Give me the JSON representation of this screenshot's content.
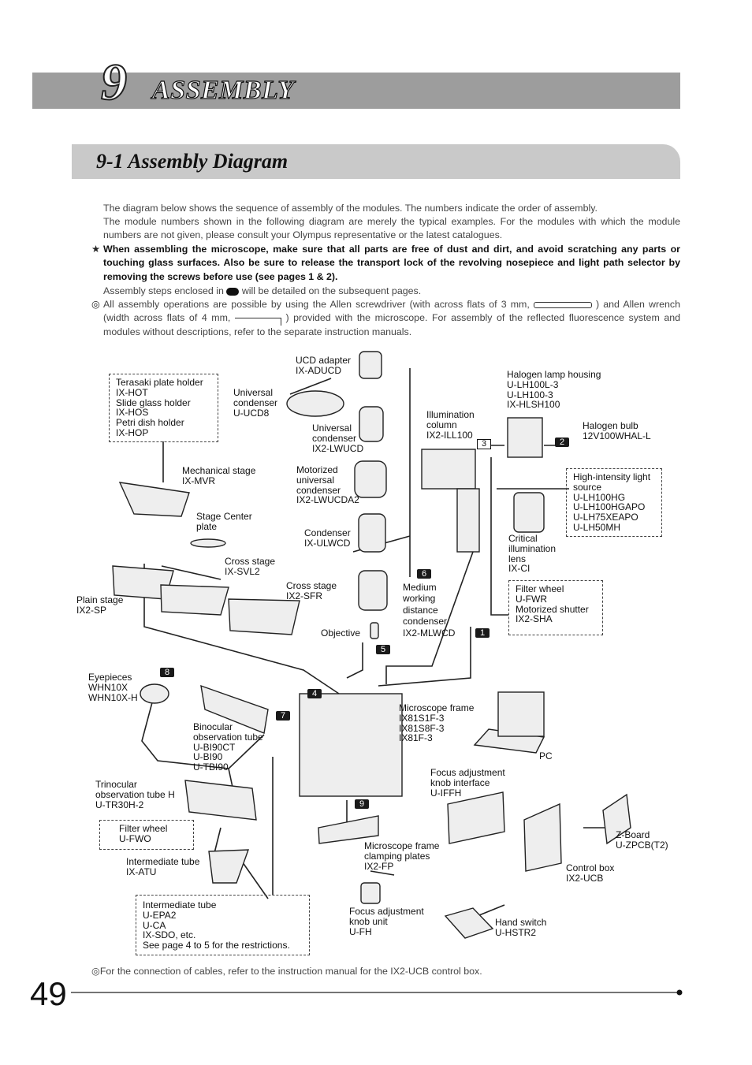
{
  "chapter": {
    "number": "9",
    "title": "ASSEMBLY"
  },
  "section": {
    "title": "9-1 Assembly Diagram"
  },
  "intro": {
    "line1": "The diagram below shows the sequence of assembly of the modules. The numbers indicate the order of assembly.",
    "line2": "The module numbers shown in the following diagram are merely the typical examples. For the modules with which the module numbers are not given, please consult your Olympus representative or the latest catalogues.",
    "star_mark": "★",
    "star_text": "When assembling the microscope, make sure that all parts are free of dust and dirt, and avoid scratching any parts or touching glass surfaces. Also be sure to release the transport lock of the revolving nosepiece and light path selector by removing the screws before use (see pages 1 & 2).",
    "steps_a": "Assembly steps enclosed in",
    "steps_b": "will be detailed on the subsequent pages.",
    "note_mark": "◎",
    "note_a": "All assembly operations are possible by using the Allen screwdriver (with across flats of 3 mm,",
    "note_b": ") and Allen wrench (width across flats of 4 mm,",
    "note_c": ") provided with the microscope. For assembly of the reflected fluorescence system and modules without descriptions, refer to the separate instruction manuals."
  },
  "labels": {
    "stage_holders": [
      "Terasaki plate holder",
      "IX-HOT",
      "Slide glass holder",
      "IX-HOS",
      "Petri dish holder",
      "IX-HOP"
    ],
    "ucd_adapter": [
      "UCD adapter",
      "IX-ADUCD"
    ],
    "univ_condenser": [
      "Universal",
      "condenser",
      "U-UCD8"
    ],
    "univ_condenser2": [
      "Universal",
      "condenser",
      "IX2-LWUCD"
    ],
    "halogen_housing": [
      "Halogen lamp housing",
      "U-LH100L-3",
      "U-LH100-3",
      "IX-HLSH100"
    ],
    "illum_column": [
      "Illumination",
      "column",
      "IX2-ILL100"
    ],
    "halogen_bulb": [
      "Halogen bulb",
      "12V100WHAL-L"
    ],
    "mech_stage": [
      "Mechanical stage",
      "IX-MVR"
    ],
    "motor_condenser": [
      "Motorized",
      "universal",
      "condenser",
      "IX2-LWUCDA2"
    ],
    "hi_light": [
      "High-intensity light",
      "source",
      "U-LH100HG",
      "U-LH100HGAPO",
      "U-LH75XEAPO",
      "U-LH50MH"
    ],
    "stage_center": [
      "Stage Center",
      "plate"
    ],
    "condenser": [
      "Condenser",
      "IX-ULWCD"
    ],
    "critical_lens": [
      "Critical",
      "illumination",
      "lens",
      "IX-CI"
    ],
    "cross_stage1": [
      "Cross stage",
      "IX-SVL2"
    ],
    "cross_stage2": [
      "Cross stage",
      "IX2-SFR"
    ],
    "plain_stage": [
      "Plain stage",
      "IX2-SP"
    ],
    "medium_condenser": [
      "Medium",
      "working",
      "distance",
      "condenser",
      "IX2-MLWCD"
    ],
    "filter_wheel": [
      "Filter wheel",
      "U-FWR",
      "Motorized shutter",
      "IX2-SHA"
    ],
    "objective": "Objective",
    "eyepieces": [
      "Eyepieces",
      "WHN10X",
      "WHN10X-H"
    ],
    "frame": [
      "Microscope frame",
      "IX81S1F-3",
      "IX81S8F-3",
      "IX81F-3"
    ],
    "binocular": [
      "Binocular",
      "observation tube",
      "U-BI90CT",
      "U-BI90",
      "U-TBI90"
    ],
    "pc": "PC",
    "trinocular": [
      "Trinocular",
      "observation tube H",
      "U-TR30H-2"
    ],
    "focus_iface": [
      "Focus adjustment",
      "knob interface",
      "U-IFFH"
    ],
    "filter_fwo": [
      "Filter wheel",
      "U-FWO"
    ],
    "zboard": [
      "Z-Board",
      "U-ZPCB(T2)"
    ],
    "intermediate1": [
      "Intermediate tube",
      "IX-ATU"
    ],
    "clamping": [
      "Microscope frame",
      "clamping plates",
      "IX2-FP"
    ],
    "control_box": [
      "Control box",
      "IX2-UCB"
    ],
    "intermediate2": [
      "Intermediate tube",
      "U-EPA2",
      "U-CA",
      "IX-SDO, etc.",
      "See page 4 to 5 for the restrictions."
    ],
    "focus_unit": [
      "Focus adjustment",
      "knob unit",
      "U-FH"
    ],
    "hand_switch": [
      "Hand switch",
      "U-HSTR2"
    ]
  },
  "steps": {
    "s1": "1",
    "s2": "2",
    "s3": "3",
    "s4": "4",
    "s5": "5",
    "s6": "6",
    "s7": "7",
    "s8": "8",
    "s9": "9"
  },
  "footnote": {
    "mark": "◎",
    "text": "For the connection of cables, refer to the instruction manual for the IX2-UCB control box."
  },
  "page_number": "49"
}
